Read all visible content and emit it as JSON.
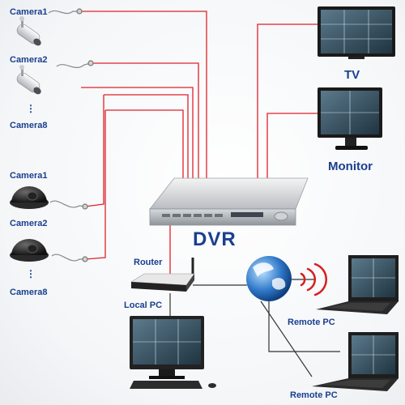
{
  "diagram": {
    "bullet_cameras": [
      "Camera1",
      "Camera2",
      "Camera8"
    ],
    "dome_cameras": [
      "Camera1",
      "Camera2",
      "Camera8"
    ],
    "ellipsis": "⋮",
    "dvr_label": "DVR",
    "tv_label": "TV",
    "monitor_label": "Monitor",
    "router_label": "Router",
    "local_pc_label": "Local PC",
    "remote_pc_labels": [
      "Remote PC",
      "Remote PC"
    ]
  },
  "colors": {
    "label_text": "#1a3f8f",
    "wire_red": "#e0202a",
    "wire_dark": "#333333",
    "signal_red": "#d81e1e"
  }
}
